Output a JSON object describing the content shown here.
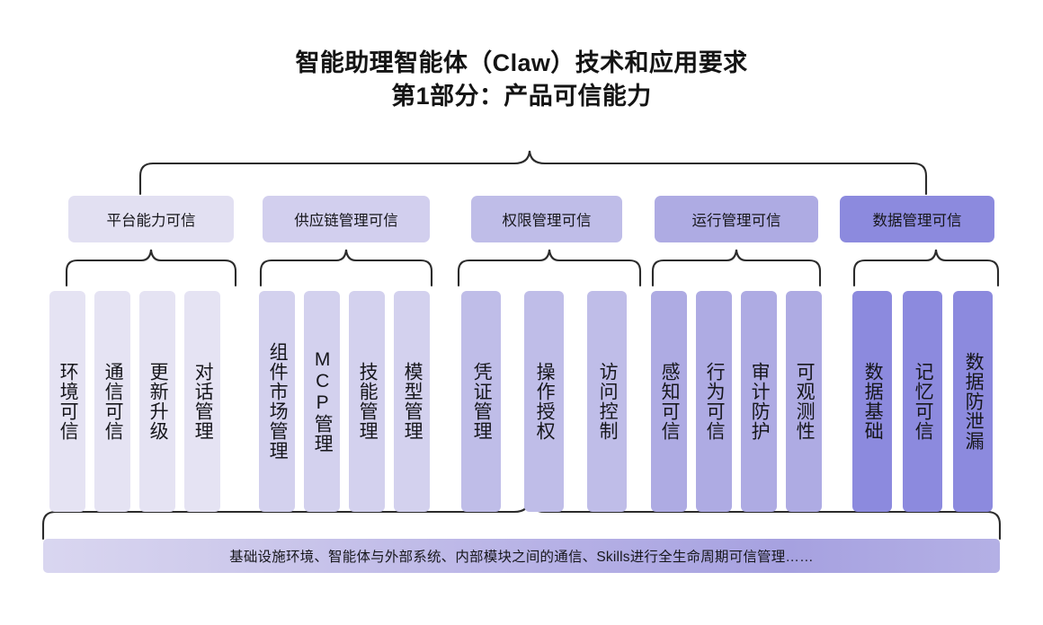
{
  "title": {
    "line1": "智能助理智能体（Claw）技术和应用要求",
    "line2": "第1部分：产品可信能力"
  },
  "categories": [
    {
      "label": "平台能力可信",
      "header_color": "#e2e0f2",
      "leaf_color": "#e5e3f3",
      "items": [
        "环境可信",
        "通信可信",
        "更新升级",
        "对话管理"
      ]
    },
    {
      "label": "供应链管理可信",
      "header_color": "#d2cfee",
      "leaf_color": "#d3d1ee",
      "items": [
        "组件市场管理",
        "MCP管理",
        "技能管理",
        "模型管理"
      ]
    },
    {
      "label": "权限管理可信",
      "header_color": "#bfbde8",
      "leaf_color": "#bfbde8",
      "items": [
        "凭证管理",
        "操作授权",
        "访问控制"
      ]
    },
    {
      "label": "运行管理可信",
      "header_color": "#aeabe3",
      "leaf_color": "#aeabe3",
      "items": [
        "感知可信",
        "行为可信",
        "审计防护",
        "可观测性"
      ]
    },
    {
      "label": "数据管理可信",
      "header_color": "#8c8ade",
      "leaf_color": "#8c8ade",
      "items": [
        "数据基础",
        "记忆可信",
        "数据防泄漏"
      ]
    }
  ],
  "banner": {
    "text": "基础设施环境、智能体与外部系统、内部模块之间的通信、Skills进行全生命周期可信管理……",
    "gradient_start": "#d9d6f0",
    "gradient_end": "#a6a1e0"
  },
  "braces": {
    "stroke": "#2b2b2b",
    "top_brace": "groups-root-brace",
    "group_braces": "category-to-items-brace",
    "bottom_brace": "items-to-banner-brace"
  }
}
